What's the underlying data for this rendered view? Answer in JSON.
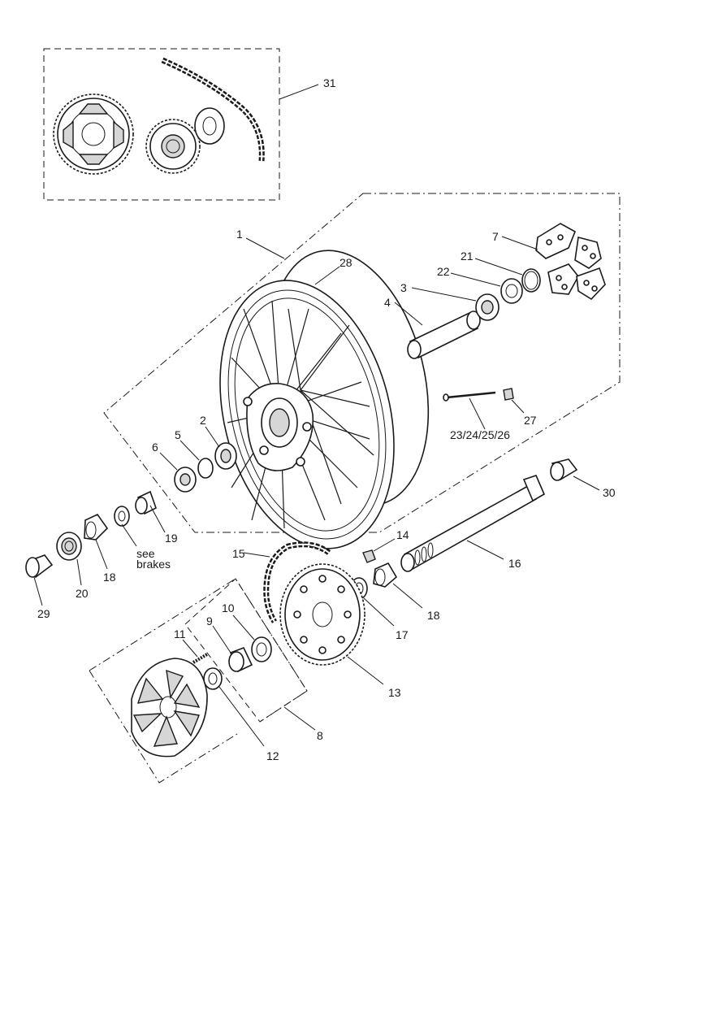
{
  "callouts": {
    "c1": "1",
    "c2": "2",
    "c3": "3",
    "c4": "4",
    "c5": "5",
    "c6": "6",
    "c7": "7",
    "c8": "8",
    "c9": "9",
    "c10": "10",
    "c11": "11",
    "c12": "12",
    "c13": "13",
    "c14": "14",
    "c15": "15",
    "c16": "16",
    "c17": "17",
    "c18a": "18",
    "c18b": "18",
    "c19": "19",
    "c20": "20",
    "c21": "21",
    "c22": "22",
    "c27": "27",
    "c28": "28",
    "c29": "29",
    "c30": "30",
    "c31": "31",
    "c23_26": "23/24/25/26",
    "see": "see",
    "brakes": "brakes"
  }
}
